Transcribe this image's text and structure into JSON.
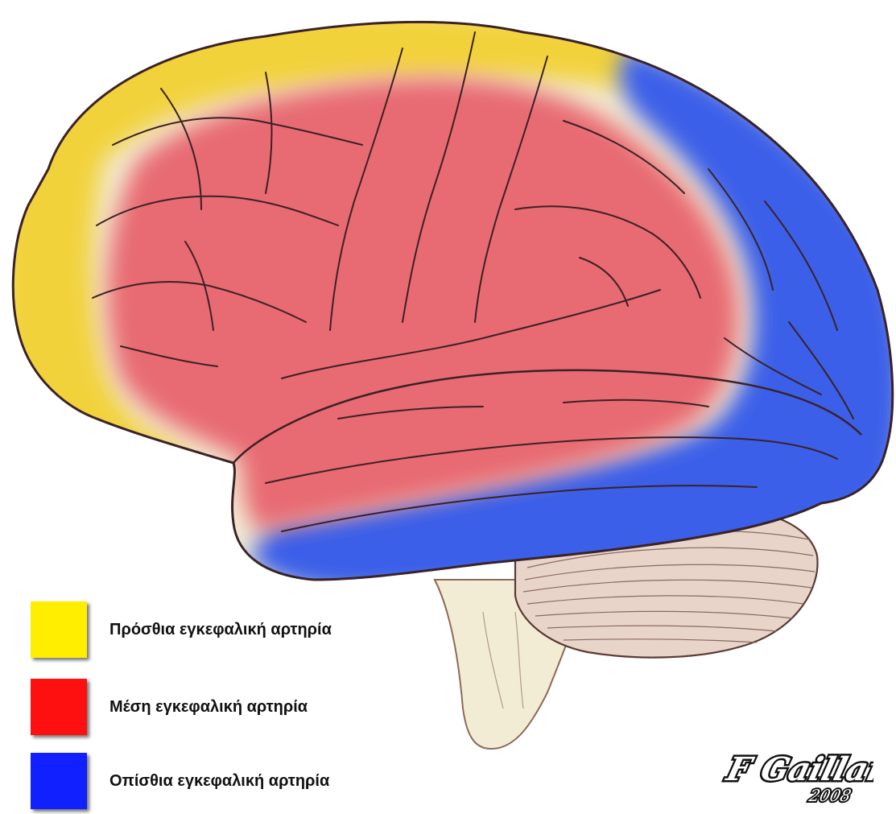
{
  "legend": {
    "items": [
      {
        "label": "Πρόσθια εγκεφαλική αρτηρία",
        "color": "#ffee00"
      },
      {
        "label": "Μέση εγκεφαλική αρτηρία",
        "color": "#ff1010"
      },
      {
        "label": "Οπίσθια εγκεφαλική αρτηρία",
        "color": "#1020ff"
      }
    ]
  },
  "regions": {
    "anterior_color": "#f2d23a",
    "middle_color": "#e86a72",
    "posterior_color": "#3b5ee8"
  },
  "signature": {
    "name": "F Gaillard",
    "year": "2008"
  }
}
